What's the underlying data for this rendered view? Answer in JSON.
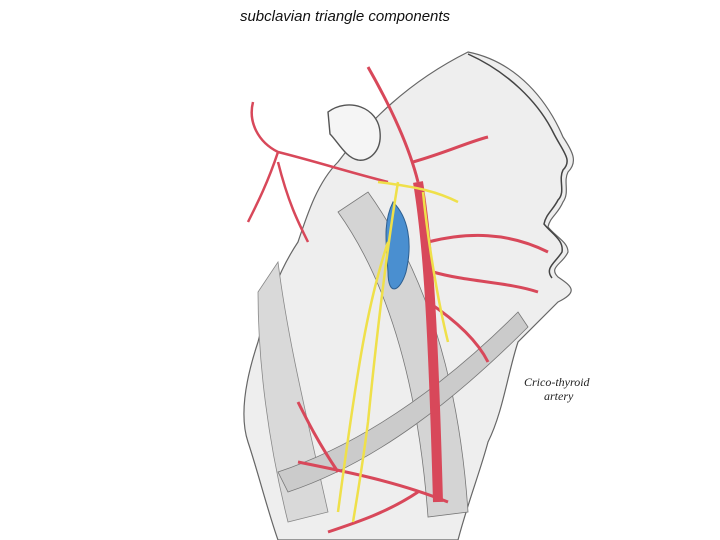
{
  "slide": {
    "title": "subclavian triangle components"
  },
  "illustration": {
    "label_line1": "Crico-thyroid",
    "label_line2": "artery",
    "colors": {
      "skin": "#f1f1f1",
      "muscle": "#cfcfcf",
      "artery": "#d8485a",
      "vein": "#4a8fd0",
      "nerve": "#f2e24a",
      "outline": "#555555"
    }
  }
}
